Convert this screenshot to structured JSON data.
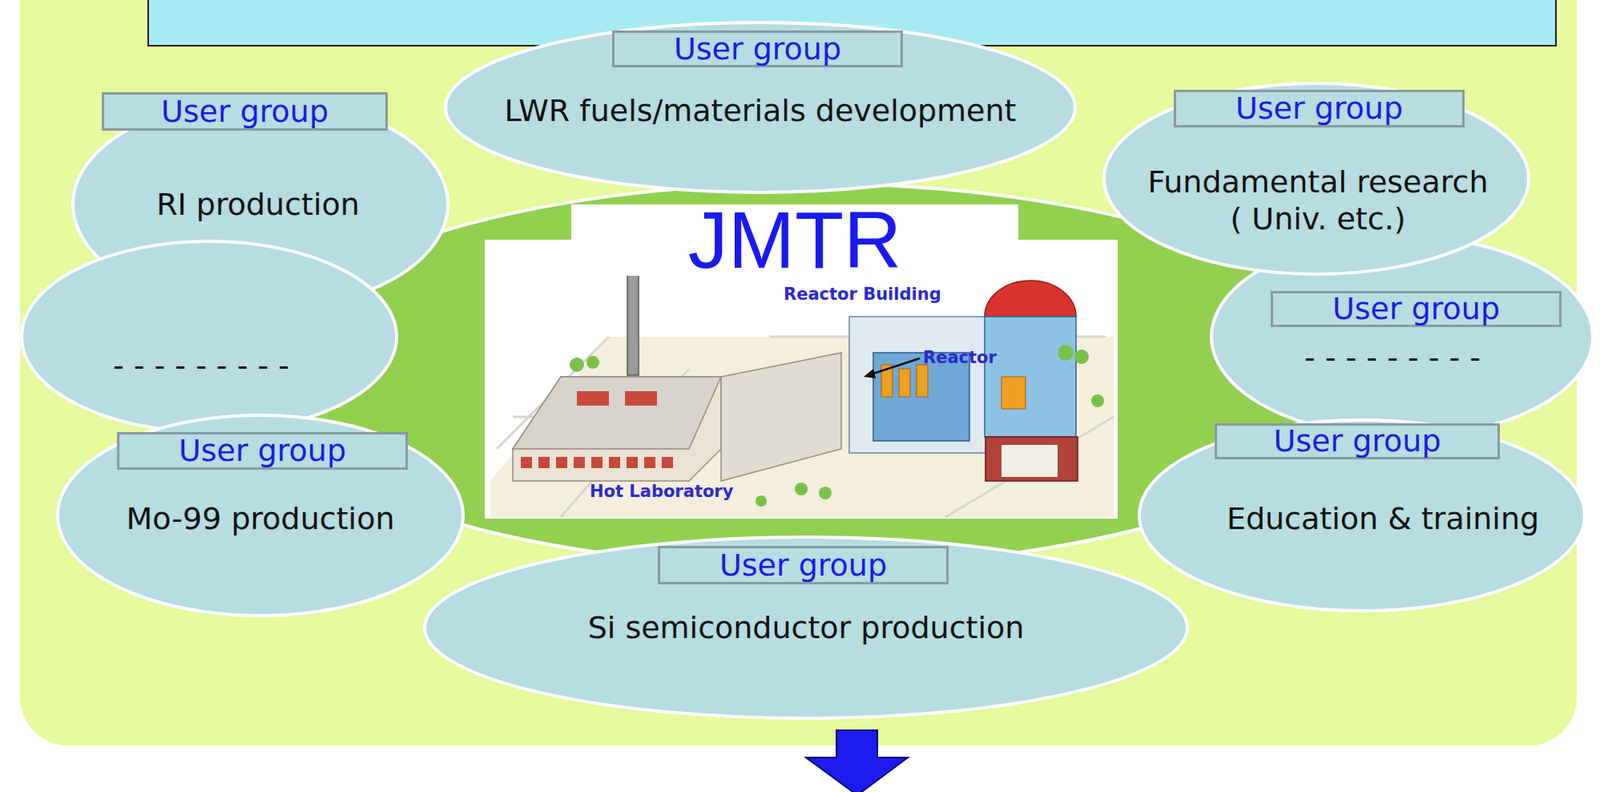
{
  "diagram": {
    "nodes": [
      {
        "text": [
          "User group",
          "LWR fuels/materials development"
        ]
      },
      {
        "text": [
          "User group",
          "RI production"
        ]
      },
      {
        "text": [
          "User group",
          "Fundamental research ( Univ. etc.)"
        ]
      },
      {
        "text": [
          "- - - - - - - - -"
        ]
      },
      {
        "text": [
          "JMTR"
        ]
      },
      {
        "text": [
          "User group",
          "- - - - - - - - -"
        ]
      },
      {
        "text": [
          "User group",
          "Mo-99 production"
        ]
      },
      {
        "text": [
          "User group",
          "Education & training"
        ]
      },
      {
        "text": [
          "User group",
          "Si semiconductor production"
        ]
      }
    ],
    "labels": [
      "Reactor Building",
      "Reactor",
      "Hot Laboratory"
    ]
  }
}
